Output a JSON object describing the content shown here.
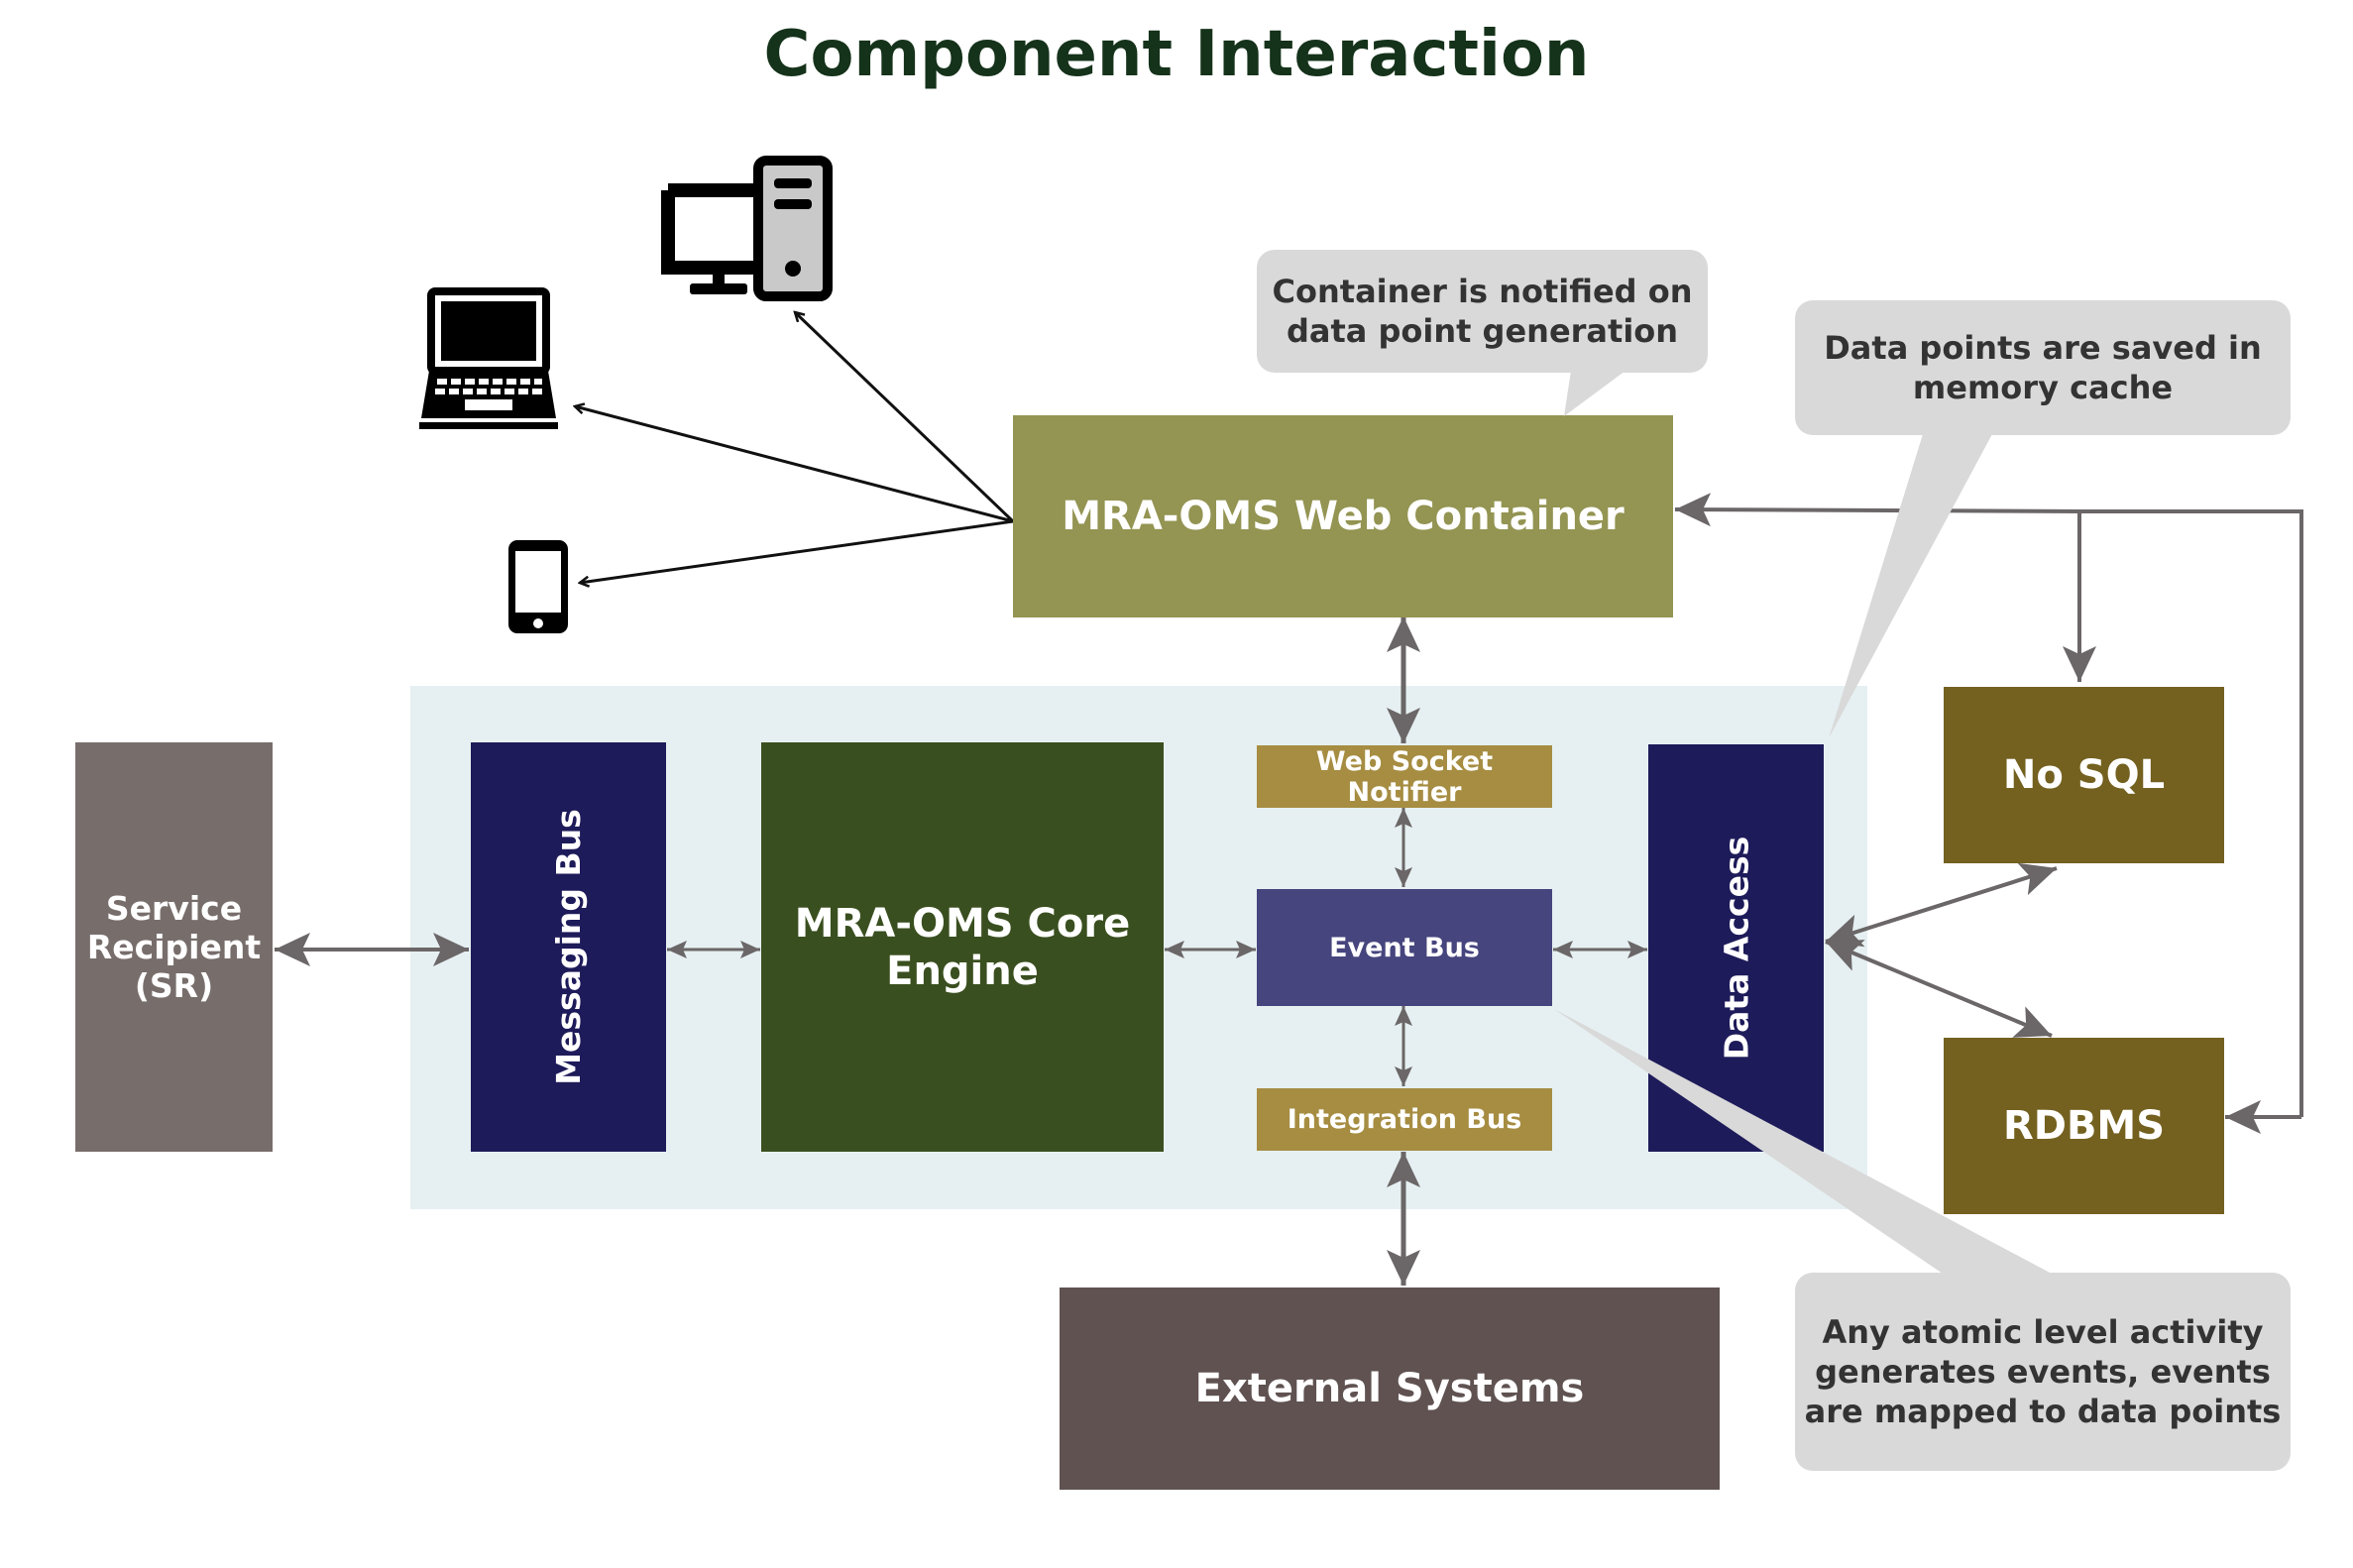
{
  "title": "Component Interaction",
  "boxes": {
    "web_container": "MRA-OMS Web Container",
    "service_recipient": "Service\nRecipient\n(SR)",
    "messaging_bus": "Messaging Bus",
    "core_engine": "MRA-OMS Core\nEngine",
    "web_socket_notifier": "Web Socket Notifier",
    "event_bus": "Event Bus",
    "integration_bus": "Integration Bus",
    "data_access": "Data Access",
    "nosql": "No SQL",
    "rdbms": "RDBMS",
    "external_systems": "External Systems"
  },
  "callouts": {
    "container_notified": "Container is notified on\ndata point generation",
    "memory_cache": "Data points are saved in\nmemory cache",
    "atomic_activity": "Any atomic level activity\ngenerates events, events\nare mapped to data points"
  },
  "devices": [
    "desktop-computer-icon",
    "laptop-icon",
    "mobile-phone-icon"
  ],
  "colors": {
    "title": "#15321a",
    "web_container": "#949453",
    "service_recipient": "#776e6b",
    "navy": "#1e1b5a",
    "core_engine": "#3a4f1f",
    "notifier": "#a68d42",
    "event_bus": "#46457e",
    "database": "#746120",
    "external": "#5f5251",
    "panel": "#e6f0f2",
    "callout": "#d9d9d9"
  }
}
